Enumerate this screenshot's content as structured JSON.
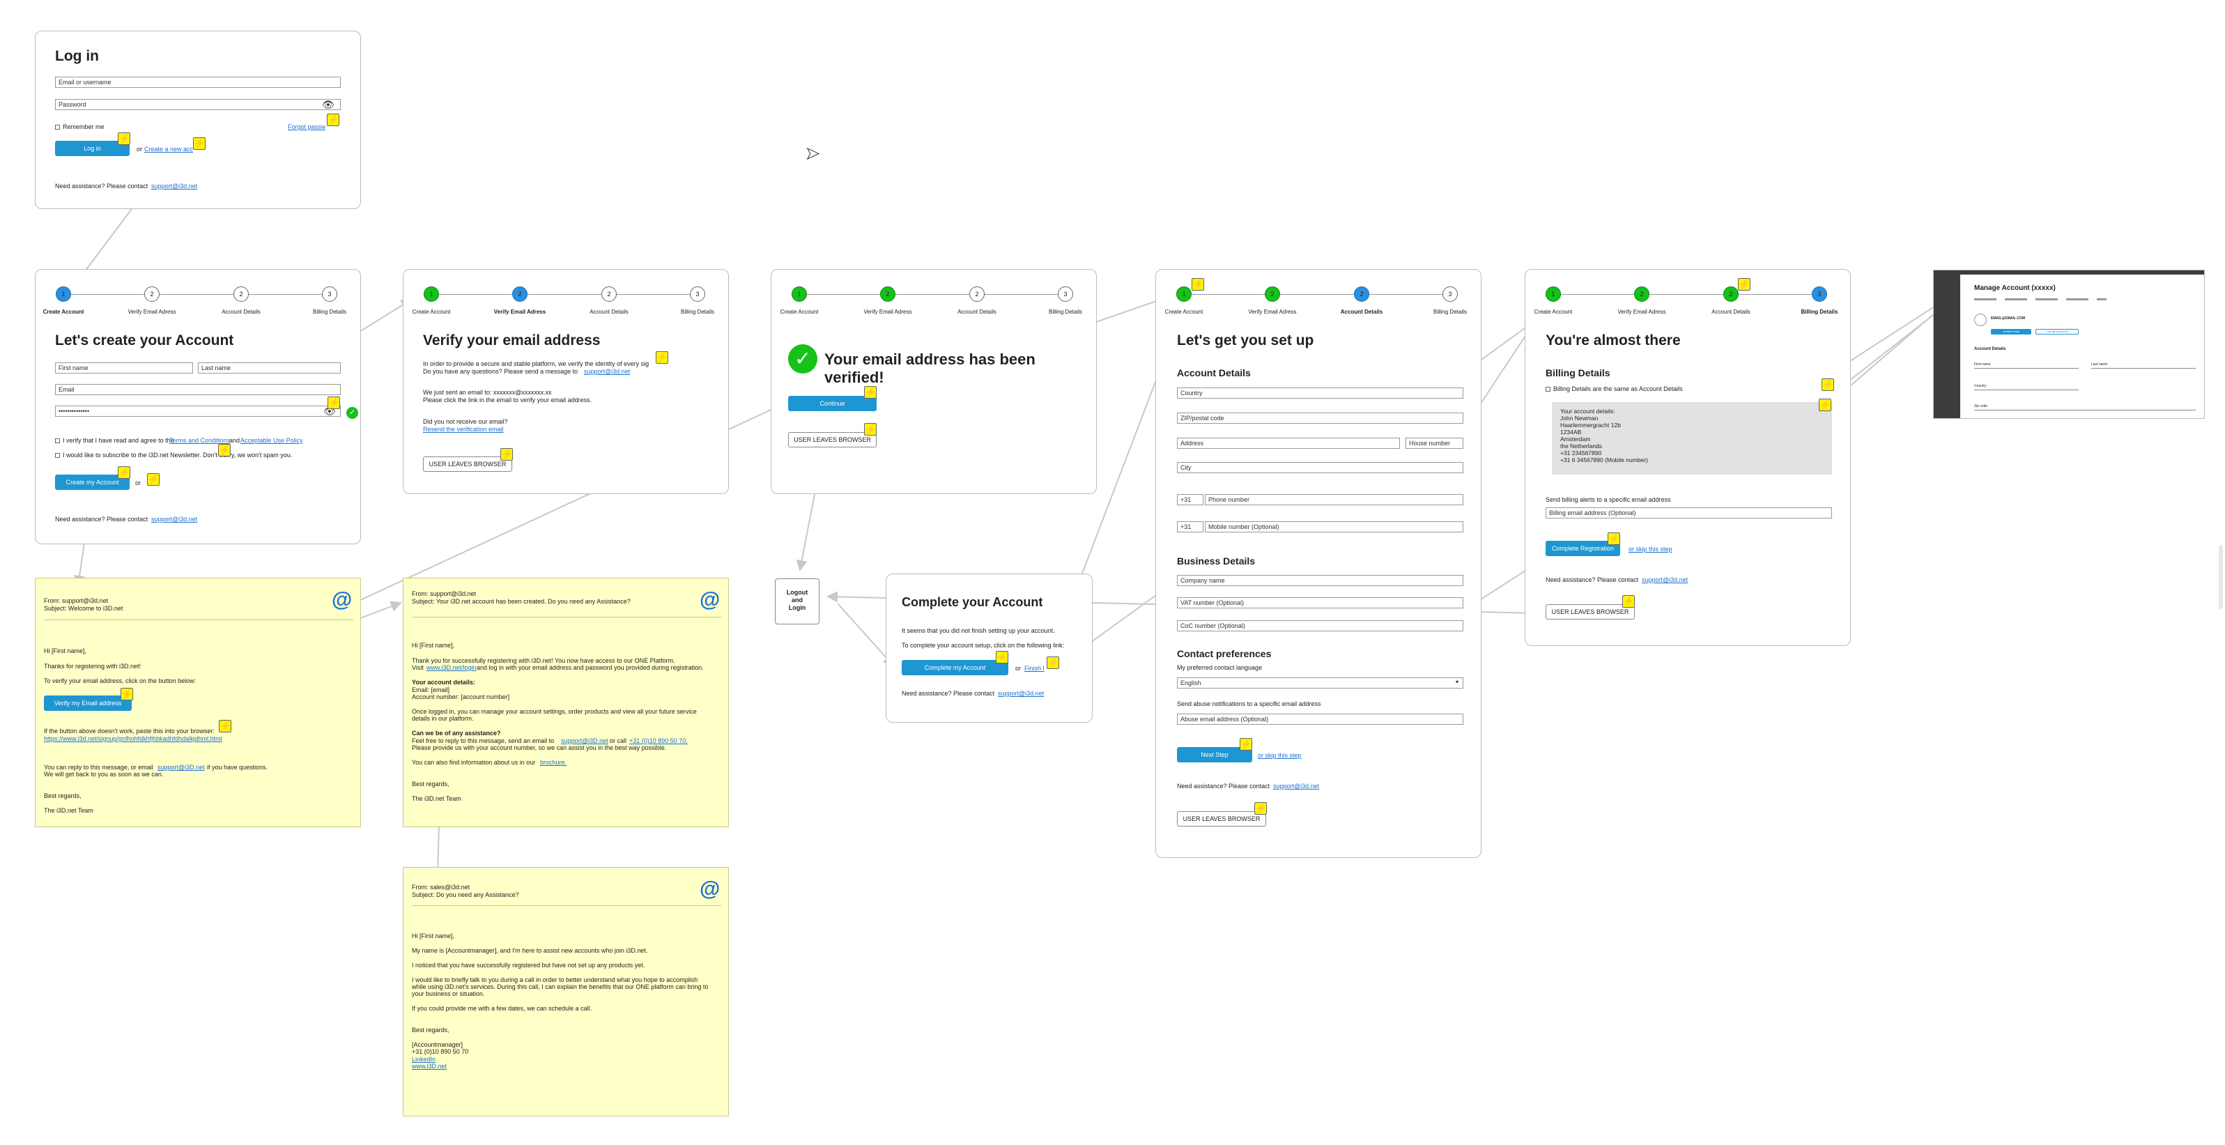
{
  "colors": {
    "accent": "#1e96d2",
    "success": "#16c11a",
    "bolt": "#fff200",
    "email_bg": "#ffffc8"
  },
  "icons": {
    "bolt": "lightning-bolt-icon",
    "eye": "eye-icon",
    "at": "at-sign-icon",
    "check": "check-circle-icon"
  },
  "steps": {
    "s1": "Create Account",
    "s2": "Verify Email Adress",
    "s3": "Account Details",
    "s4": "Billing Details"
  },
  "login": {
    "title": "Log in",
    "user_ph": "Email or username",
    "pwd_ph": "Password",
    "remember": "Remember me",
    "forgot": "Forgot passw",
    "btn": "Log in",
    "or": "or",
    "create_link": "Create a new acc",
    "assist": "Need assistance? Please contact",
    "support": "support@i3d.net"
  },
  "create": {
    "title": "Let's create your Account",
    "first": "First name",
    "last": "Last name",
    "email": "Email",
    "pwd": "••••••••••••••",
    "agree": "I verify that I have read and agree to the",
    "terms": "Terms and Conditions",
    "and": "and",
    "aup": "Acceptable Use Policy",
    "newsletter": "I would like to subscribe to the i3D.net Newsletter. Don't worry, we won't spam you.",
    "btn": "Create my Account",
    "or": "or",
    "assist": "Need assistance? Please contact",
    "support": "support@i3d.net",
    "nums": [
      "1",
      "2",
      "2",
      "3"
    ]
  },
  "verify": {
    "title": "Verify your email address",
    "p1": "In order to provide a secure and stable platform, we verify the identity of every sig",
    "p2": "Do you have any questions? Please send a message to",
    "support": "support@i3d.net",
    "p3": "We just sent an email to: xxxxxxx@xxxxxxx.xx",
    "p4": "Please click the link in the email to verify your email address.",
    "p5": "Did you not receive our email?",
    "resend": "Resend the verification email",
    "leave": "USER LEAVES BROWSER",
    "nums": [
      "1",
      "2",
      "2",
      "3"
    ]
  },
  "verified": {
    "title": "Your email address has been verified!",
    "btn": "Continue",
    "leave": "USER LEAVES BROWSER",
    "nums": [
      "1",
      "2",
      "2",
      "3"
    ]
  },
  "setup": {
    "title": "Let's get you set up",
    "acc": "Account Details",
    "country": "Country",
    "zip": "ZIP/postal code",
    "address": "Address",
    "house": "House number",
    "city": "City",
    "prefix": "+31",
    "phone": "Phone number",
    "mobile": "Mobile number (Optional)",
    "biz": "Business Details",
    "company": "Company name",
    "vat": "VAT number (Optional)",
    "coc": "CoC number (Optional)",
    "contact": "Contact preferences",
    "lang_lbl": "My preferred contact language",
    "lang": "English",
    "abuse_lbl": "Send abuse notifications to a specific email address",
    "abuse": "Abuse email address (Optional)",
    "btn": "Next Step",
    "skip": "or skip this step",
    "assist": "Need assistance? Please contact",
    "support": "support@i3d.net",
    "leave": "USER LEAVES BROWSER",
    "nums": [
      "1",
      "2",
      "2",
      "3"
    ]
  },
  "almost": {
    "title": "You're almost there",
    "billing": "Billing Details",
    "same": "Billing Details are the same as Account Details",
    "details": "Your account details:\nJohn Newman\nHaarlemmergracht 12b\n1234AB\nAmsterdam\nthe Netherlands\n+31 234567890\n+31 6 34567890 (Mobile number)",
    "alerts": "Send billing alerts to a specific email address",
    "billing_email": "Billing email address (Optional)",
    "btn": "Complete Registration",
    "skip": "or skip this step",
    "assist": "Need assistance? Please contact",
    "support": "support@i3d.net",
    "leave": "USER LEAVES BROWSER",
    "nums": [
      "1",
      "2",
      "2",
      "3"
    ]
  },
  "manage": {
    "title": "Manage Account (xxxxx)",
    "email": "EMAIL@EMAIL.COM",
    "b1": "Verified email",
    "b2": "Change password",
    "section": "Account Details",
    "first": "First name",
    "last": "Last name",
    "country": "Country",
    "zip": "Zip code"
  },
  "logout": {
    "text": "Logout\nand\nLogin"
  },
  "complete": {
    "title": "Complete your Account",
    "p1": "It seems that you did not finish setting up your account.",
    "p2": "To complete your account setup, click on the following link:",
    "btn": "Complete my Account",
    "or": "or",
    "finish": "Finish l",
    "assist": "Need assistance? Please contact",
    "support": "support@i3d.net"
  },
  "email1": {
    "from": "From: support@i3d.net",
    "subject": "Subject: Welcome to i3D.net",
    "l1": "Hi [First name],",
    "l2": "Thanks for registering with i3D.net!",
    "l3": "To verify your email address, click on the button below:",
    "btn": "Verify my Email address",
    "l4": "If the button above doesn't work, paste this into your browser:",
    "url": "https://www.i3d.net/signup/gnfhohfdkhfjhbkadhfdhdalkjdhml.html",
    "l5": "You can reply to this message, or email",
    "support": "support@i3D.net",
    "l5b": "if you have questions.",
    "l6": "We will get back to you as soon as we can.",
    "l7": "Best regards,",
    "l8": "The i3D.net Team"
  },
  "email2": {
    "from": "From: support@i3d.net",
    "subject": "Subject: Your i3D.net account has been created. Do you need any Assistance?",
    "l1": "Hi [First name],",
    "l2": "Thank you for successfully registering with i3D.net! You now have access to our ONE Platform.",
    "l3a": "Visit",
    "l3link": "www.i3D.net/login",
    "l3b": "and log in with your email address and password you provided during registration.",
    "l4": "Your account details:",
    "l5": "Email: [email]",
    "l6": "Account number: [account number]",
    "l7": "Once logged in, you can manage your account settings, order products and view all your future service",
    "l8": "details in our platform.",
    "l9": "Can we be of any assistance?",
    "l10": "Feel free to reply to this message, send an email to",
    "support": "support@i3D.net",
    "l10b": "or call",
    "phone": "+31 (0)10 890 50 70.",
    "l11": "Please provide us with your account number, so we can assist you in the best way possible.",
    "l12": "You can also find information about us in our",
    "brochure": "brochure.",
    "l13": "Best regards,",
    "l14": "The i3D.net Team"
  },
  "email3": {
    "from": "From: sales@i3d.net",
    "subject": "Subject: Do you need any Assistance?",
    "l1": "Hi [First name],",
    "l2": "My name is [Accountmanager], and I'm here to assist new accounts who join i3D.net.",
    "l3": "I noticed that you have successfully registered but have not set up any products yet.",
    "l4": "I would like to briefly talk to you during a call in order to better understand what you hope to accomplish",
    "l5": "while using i3D.net's services. During this call, I can explain the benefits that our ONE platform can bring to",
    "l6": "your business or situation.",
    "l7": "If you could provide me with a few dates, we can schedule a call.",
    "l8": "Best regards,",
    "l9": "[Accountmanager]",
    "l10": "+31 (0)10 890 50 70",
    "l11": "LinkedIn",
    "l12": "www.i3D.net"
  }
}
